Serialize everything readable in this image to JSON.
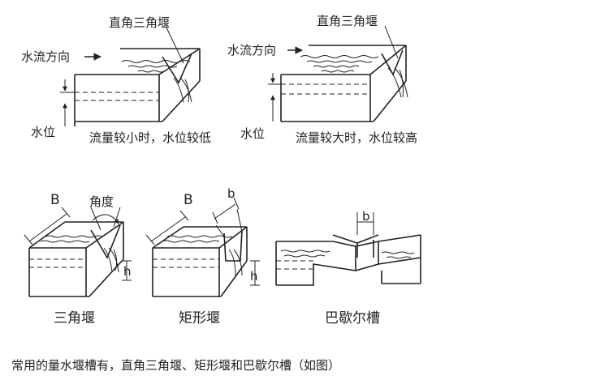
{
  "panel_top_left": {
    "weir_label": "直角三角堰",
    "flow_label": "水流方向",
    "level_label": "水位",
    "note": "流量较小时，水位较低"
  },
  "panel_top_right": {
    "weir_label": "直角三角堰",
    "flow_label": "水流方向",
    "level_label": "水位",
    "note": "流量较大时，水位较高"
  },
  "panel_triangle": {
    "width_label": "B",
    "angle_label": "角度",
    "h_label": "h",
    "caption": "三角堰"
  },
  "panel_rect": {
    "width_label": "B",
    "b_label": "b",
    "h_label": "h",
    "caption": "矩形堰"
  },
  "panel_parshall": {
    "b_label": "b",
    "caption": "巴歇尔槽"
  },
  "footer_caption": "常用的量水堰槽有，直角三角堰、矩形堰和巴歇尔槽（如图）"
}
